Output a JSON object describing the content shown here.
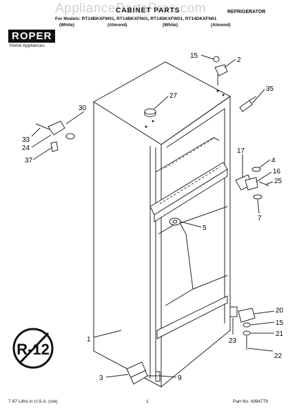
{
  "header": {
    "watermark": "AppliancePartsPros.com",
    "title": "CABINET PARTS",
    "category": "REFRIGERATOR",
    "models": "For Models: RT14BKXFW01, RT14BKXFN01, RT14DKXFW01, RT14DKXFN01",
    "colors": [
      "(White)",
      "(Almond)",
      "(White)",
      "(Almond)"
    ]
  },
  "brand": {
    "name": "ROPER",
    "subtitle": "Home Appliances"
  },
  "stamp": "R-12",
  "callouts": [
    "15",
    "2",
    "35",
    "27",
    "30",
    "33",
    "24",
    "37",
    "17",
    "4",
    "16",
    "25",
    "7",
    "5",
    "20",
    "15",
    "21",
    "22",
    "23",
    "1",
    "3",
    "9"
  ],
  "footer": {
    "left": "7-97 Litho in U.S.A. (cre)",
    "center": "1",
    "right": "Part No. 4394779"
  }
}
